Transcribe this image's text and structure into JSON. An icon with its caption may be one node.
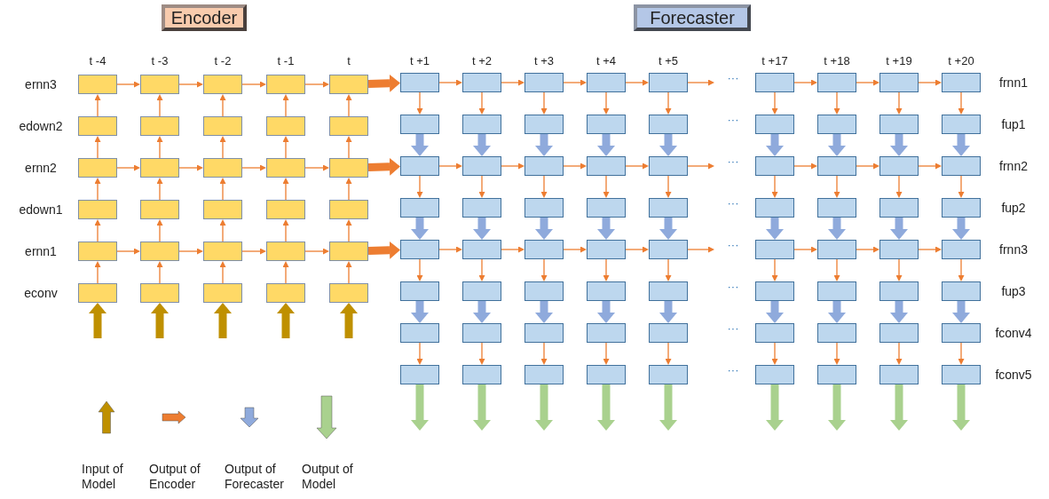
{
  "diagram": {
    "nodes": [
      {
        "text": [
          "Encoder"
        ]
      },
      {
        "text": [
          "Forecaster"
        ]
      },
      {
        "text": [],
        "shape": "box"
      },
      {
        "text": [],
        "shape": "box"
      },
      {
        "text": [],
        "shape": "box"
      },
      {
        "text": [],
        "shape": "box"
      },
      {
        "text": [],
        "shape": "box"
      },
      {
        "text": [],
        "shape": "box"
      },
      {
        "text": [],
        "shape": "box"
      },
      {
        "text": [],
        "shape": "box"
      },
      {
        "text": [],
        "shape": "box"
      },
      {
        "text": [],
        "shape": "box"
      },
      {
        "text": [],
        "shape": "box"
      },
      {
        "text": [],
        "shape": "box"
      },
      {
        "text": [],
        "shape": "box"
      },
      {
        "text": [],
        "shape": "box"
      },
      {
        "text": [],
        "shape": "box"
      },
      {
        "text": [],
        "shape": "box"
      },
      {
        "text": [],
        "shape": "box"
      },
      {
        "text": [],
        "shape": "box"
      },
      {
        "text": [],
        "shape": "box"
      },
      {
        "text": [],
        "shape": "box"
      },
      {
        "text": [],
        "shape": "box"
      },
      {
        "text": [],
        "shape": "box"
      },
      {
        "text": [],
        "shape": "box"
      },
      {
        "text": [],
        "shape": "box"
      },
      {
        "text": [],
        "shape": "box"
      },
      {
        "text": [],
        "shape": "box"
      },
      {
        "text": [],
        "shape": "box"
      },
      {
        "text": [],
        "shape": "box"
      },
      {
        "text": [],
        "shape": "box"
      },
      {
        "text": [],
        "shape": "box"
      },
      {
        "text": [],
        "shape": "box"
      },
      {
        "text": [],
        "shape": "box"
      },
      {
        "text": [],
        "shape": "box"
      },
      {
        "text": [],
        "shape": "box"
      },
      {
        "text": [],
        "shape": "box"
      },
      {
        "text": [],
        "shape": "box"
      },
      {
        "text": [],
        "shape": "box"
      },
      {
        "text": [],
        "shape": "box"
      },
      {
        "text": [],
        "shape": "box"
      },
      {
        "text": [],
        "shape": "box"
      },
      {
        "text": [],
        "shape": "box"
      },
      {
        "text": [],
        "shape": "box"
      },
      {
        "text": [],
        "shape": "box"
      },
      {
        "text": [],
        "shape": "box"
      },
      {
        "text": [],
        "shape": "box"
      },
      {
        "text": [],
        "shape": "box"
      },
      {
        "text": [],
        "shape": "box"
      },
      {
        "text": [],
        "shape": "box"
      },
      {
        "text": [],
        "shape": "box"
      },
      {
        "text": [],
        "shape": "box"
      },
      {
        "text": [],
        "shape": "box"
      },
      {
        "text": [],
        "shape": "box"
      },
      {
        "text": [],
        "shape": "box"
      },
      {
        "text": [],
        "shape": "box"
      },
      {
        "text": [],
        "shape": "box"
      },
      {
        "text": [],
        "shape": "box"
      },
      {
        "text": [],
        "shape": "box"
      },
      {
        "text": [],
        "shape": "box"
      },
      {
        "text": [],
        "shape": "box"
      },
      {
        "text": [],
        "shape": "box"
      },
      {
        "text": [],
        "shape": "box"
      },
      {
        "text": [],
        "shape": "box"
      },
      {
        "text": [],
        "shape": "box"
      },
      {
        "text": [],
        "shape": "box"
      },
      {
        "text": [],
        "shape": "box"
      },
      {
        "text": [],
        "shape": "box"
      },
      {
        "text": [],
        "shape": "box"
      },
      {
        "text": [],
        "shape": "box"
      },
      {
        "text": [],
        "shape": "box"
      },
      {
        "text": [],
        "shape": "box"
      },
      {
        "text": [],
        "shape": "box"
      },
      {
        "text": [],
        "shape": "box"
      },
      {
        "text": [],
        "shape": "box"
      },
      {
        "text": [],
        "shape": "box"
      },
      {
        "text": [],
        "shape": "box"
      },
      {
        "text": [],
        "shape": "box"
      },
      {
        "text": [],
        "shape": "box"
      },
      {
        "text": [],
        "shape": "box"
      },
      {
        "text": [],
        "shape": "box"
      },
      {
        "text": [],
        "shape": "box"
      },
      {
        "text": [],
        "shape": "box"
      },
      {
        "text": [],
        "shape": "box"
      },
      {
        "text": [],
        "shape": "box"
      },
      {
        "text": [],
        "shape": "box"
      },
      {
        "text": [],
        "shape": "box"
      },
      {
        "text": [],
        "shape": "box"
      },
      {
        "text": [],
        "shape": "box"
      },
      {
        "text": [],
        "shape": "box"
      },
      {
        "text": [],
        "shape": "box"
      },
      {
        "text": [],
        "shape": "box"
      },
      {
        "text": [],
        "shape": "box"
      },
      {
        "text": [],
        "shape": "box"
      },
      {
        "text": [],
        "shape": "box"
      },
      {
        "text": [],
        "shape": "box"
      },
      {
        "text": [],
        "shape": "box"
      },
      {
        "text": [],
        "shape": "box"
      },
      {
        "text": [],
        "shape": "box"
      },
      {
        "text": [],
        "shape": "box"
      },
      {
        "text": [],
        "shape": "box"
      },
      {
        "text": [],
        "shape": "box"
      },
      {
        "text": [],
        "shape": "box"
      },
      {
        "text": [],
        "shape": "box"
      }
    ],
    "edges": [
      {
        "from": 2,
        "to": 3,
        "arrow": "to"
      },
      {
        "from": 3,
        "to": 4,
        "arrow": "to"
      },
      {
        "from": 4,
        "to": 5,
        "arrow": "to"
      },
      {
        "from": 5,
        "to": 6,
        "arrow": "to"
      },
      {
        "from": 12,
        "to": 13,
        "arrow": "to"
      },
      {
        "from": 13,
        "to": 14,
        "arrow": "to"
      },
      {
        "from": 14,
        "to": 15,
        "arrow": "to"
      },
      {
        "from": 15,
        "to": 16,
        "arrow": "to"
      },
      {
        "from": 22,
        "to": 23,
        "arrow": "to"
      },
      {
        "from": 23,
        "to": 24,
        "arrow": "to"
      },
      {
        "from": 24,
        "to": 25,
        "arrow": "to"
      },
      {
        "from": 25,
        "to": 26,
        "arrow": "to"
      },
      {
        "from": 7,
        "to": 2,
        "arrow": "to"
      },
      {
        "from": 8,
        "to": 3,
        "arrow": "to"
      },
      {
        "from": 9,
        "to": 4,
        "arrow": "to"
      },
      {
        "from": 10,
        "to": 5,
        "arrow": "to"
      },
      {
        "from": 11,
        "to": 6,
        "arrow": "to"
      },
      {
        "from": 12,
        "to": 7,
        "arrow": "to"
      },
      {
        "from": 13,
        "to": 8,
        "arrow": "to"
      },
      {
        "from": 14,
        "to": 9,
        "arrow": "to"
      },
      {
        "from": 15,
        "to": 10,
        "arrow": "to"
      },
      {
        "from": 16,
        "to": 11,
        "arrow": "to"
      },
      {
        "from": 17,
        "to": 12,
        "arrow": "to"
      },
      {
        "from": 18,
        "to": 13,
        "arrow": "to"
      },
      {
        "from": 19,
        "to": 14,
        "arrow": "to"
      },
      {
        "from": 20,
        "to": 15,
        "arrow": "to"
      },
      {
        "from": 21,
        "to": 16,
        "arrow": "to"
      },
      {
        "from": 22,
        "to": 17,
        "arrow": "to"
      },
      {
        "from": 23,
        "to": 18,
        "arrow": "to"
      },
      {
        "from": 24,
        "to": 19,
        "arrow": "to"
      },
      {
        "from": 25,
        "to": 20,
        "arrow": "to"
      },
      {
        "from": 26,
        "to": 21,
        "arrow": "to"
      },
      {
        "from": 27,
        "to": 22,
        "arrow": "to"
      },
      {
        "from": 28,
        "to": 23,
        "arrow": "to"
      },
      {
        "from": 29,
        "to": 24,
        "arrow": "to"
      },
      {
        "from": 30,
        "to": 25,
        "arrow": "to"
      },
      {
        "from": 31,
        "to": 26,
        "arrow": "to"
      },
      {
        "from": null,
        "to": 27,
        "arrow": "to",
        "style": "thick",
        "color": "#bf9000"
      },
      {
        "from": null,
        "to": 28,
        "arrow": "to",
        "style": "thick",
        "color": "#bf9000"
      },
      {
        "from": null,
        "to": 29,
        "arrow": "to",
        "style": "thick",
        "color": "#bf9000"
      },
      {
        "from": null,
        "to": 30,
        "arrow": "to",
        "style": "thick",
        "color": "#bf9000"
      },
      {
        "from": null,
        "to": 31,
        "arrow": "to",
        "style": "thick",
        "color": "#bf9000"
      },
      {
        "from": 6,
        "to": 32,
        "arrow": "to",
        "style": "thick"
      },
      {
        "from": 16,
        "to": 50,
        "arrow": "to",
        "style": "thick"
      },
      {
        "from": 26,
        "to": 68,
        "arrow": "to",
        "style": "thick"
      },
      {
        "from": 32,
        "to": 33,
        "arrow": "to"
      },
      {
        "from": 33,
        "to": 34,
        "arrow": "to"
      },
      {
        "from": 34,
        "to": 35,
        "arrow": "to"
      },
      {
        "from": 35,
        "to": 36,
        "arrow": "to"
      },
      {
        "from": 36,
        "to": null,
        "arrow": "to"
      },
      {
        "from": 37,
        "to": 38,
        "arrow": "to"
      },
      {
        "from": 38,
        "to": 39,
        "arrow": "to"
      },
      {
        "from": 39,
        "to": 40,
        "arrow": "to"
      },
      {
        "from": 50,
        "to": 51,
        "arrow": "to"
      },
      {
        "from": 51,
        "to": 52,
        "arrow": "to"
      },
      {
        "from": 52,
        "to": 53,
        "arrow": "to"
      },
      {
        "from": 53,
        "to": 54,
        "arrow": "to"
      },
      {
        "from": 54,
        "to": null,
        "arrow": "to"
      },
      {
        "from": 55,
        "to": 56,
        "arrow": "to"
      },
      {
        "from": 56,
        "to": 57,
        "arrow": "to"
      },
      {
        "from": 57,
        "to": 58,
        "arrow": "to"
      },
      {
        "from": 68,
        "to": 69,
        "arrow": "to"
      },
      {
        "from": 69,
        "to": 70,
        "arrow": "to"
      },
      {
        "from": 70,
        "to": 71,
        "arrow": "to"
      },
      {
        "from": 71,
        "to": 72,
        "arrow": "to"
      },
      {
        "from": 72,
        "to": null,
        "arrow": "to"
      },
      {
        "from": 73,
        "to": 74,
        "arrow": "to"
      },
      {
        "from": 74,
        "to": 75,
        "arrow": "to"
      },
      {
        "from": 75,
        "to": 76,
        "arrow": "to"
      },
      {
        "from": 32,
        "to": 41,
        "arrow": "to"
      },
      {
        "from": 33,
        "to": 42,
        "arrow": "to"
      },
      {
        "from": 34,
        "to": 43,
        "arrow": "to"
      },
      {
        "from": 35,
        "to": 44,
        "arrow": "to"
      },
      {
        "from": 36,
        "to": 45,
        "arrow": "to"
      },
      {
        "from": 37,
        "to": 46,
        "arrow": "to"
      },
      {
        "from": 38,
        "to": 47,
        "arrow": "to"
      },
      {
        "from": 39,
        "to": 48,
        "arrow": "to"
      },
      {
        "from": 40,
        "to": 49,
        "arrow": "to"
      },
      {
        "from": 41,
        "to": 50,
        "arrow": "to",
        "style": "thick",
        "color": "#8faadc"
      },
      {
        "from": 42,
        "to": 51,
        "arrow": "to",
        "style": "thick",
        "color": "#8faadc"
      },
      {
        "from": 43,
        "to": 52,
        "arrow": "to",
        "style": "thick",
        "color": "#8faadc"
      },
      {
        "from": 44,
        "to": 53,
        "arrow": "to",
        "style": "thick",
        "color": "#8faadc"
      },
      {
        "from": 45,
        "to": 54,
        "arrow": "to",
        "style": "thick",
        "color": "#8faadc"
      },
      {
        "from": 46,
        "to": 55,
        "arrow": "to",
        "style": "thick",
        "color": "#8faadc"
      },
      {
        "from": 47,
        "to": 56,
        "arrow": "to",
        "style": "thick",
        "color": "#8faadc"
      },
      {
        "from": 48,
        "to": 57,
        "arrow": "to",
        "style": "thick",
        "color": "#8faadc"
      },
      {
        "from": 49,
        "to": 58,
        "arrow": "to",
        "style": "thick",
        "color": "#8faadc"
      },
      {
        "from": 50,
        "to": 59,
        "arrow": "to"
      },
      {
        "from": 51,
        "to": 60,
        "arrow": "to"
      },
      {
        "from": 52,
        "to": 61,
        "arrow": "to"
      },
      {
        "from": 53,
        "to": 62,
        "arrow": "to"
      },
      {
        "from": 54,
        "to": 63,
        "arrow": "to"
      },
      {
        "from": 55,
        "to": 64,
        "arrow": "to"
      },
      {
        "from": 56,
        "to": 65,
        "arrow": "to"
      },
      {
        "from": 57,
        "to": 66,
        "arrow": "to"
      },
      {
        "from": 58,
        "to": 67,
        "arrow": "to"
      },
      {
        "from": 59,
        "to": 68,
        "arrow": "to",
        "style": "thick",
        "color": "#8faadc"
      },
      {
        "from": 60,
        "to": 69,
        "arrow": "to",
        "style": "thick",
        "color": "#8faadc"
      },
      {
        "from": 61,
        "to": 70,
        "arrow": "to",
        "style": "thick",
        "color": "#8faadc"
      },
      {
        "from": 62,
        "to": 71,
        "arrow": "to",
        "style": "thick",
        "color": "#8faadc"
      },
      {
        "from": 63,
        "to": 72,
        "arrow": "to",
        "style": "thick",
        "color": "#8faadc"
      },
      {
        "from": 64,
        "to": 73,
        "arrow": "to",
        "style": "thick",
        "color": "#8faadc"
      },
      {
        "from": 65,
        "to": 74,
        "arrow": "to",
        "style": "thick",
        "color": "#8faadc"
      },
      {
        "from": 66,
        "to": 75,
        "arrow": "to",
        "style": "thick",
        "color": "#8faadc"
      },
      {
        "from": 67,
        "to": 76,
        "arrow": "to",
        "style": "thick",
        "color": "#8faadc"
      },
      {
        "from": 68,
        "to": 77,
        "arrow": "to"
      },
      {
        "from": 69,
        "to": 78,
        "arrow": "to"
      },
      {
        "from": 70,
        "to": 79,
        "arrow": "to"
      },
      {
        "from": 71,
        "to": 80,
        "arrow": "to"
      },
      {
        "from": 72,
        "to": 81,
        "arrow": "to"
      },
      {
        "from": 73,
        "to": 82,
        "arrow": "to"
      },
      {
        "from": 74,
        "to": 83,
        "arrow": "to"
      },
      {
        "from": 75,
        "to": 84,
        "arrow": "to"
      },
      {
        "from": 76,
        "to": 85,
        "arrow": "to"
      },
      {
        "from": 77,
        "to": 86,
        "arrow": "to",
        "style": "thick",
        "color": "#8faadc"
      },
      {
        "from": 78,
        "to": 87,
        "arrow": "to",
        "style": "thick",
        "color": "#8faadc"
      },
      {
        "from": 79,
        "to": 88,
        "arrow": "to",
        "style": "thick",
        "color": "#8faadc"
      },
      {
        "from": 80,
        "to": 89,
        "arrow": "to",
        "style": "thick",
        "color": "#8faadc"
      },
      {
        "from": 81,
        "to": 90,
        "arrow": "to",
        "style": "thick",
        "color": "#8faadc"
      },
      {
        "from": 82,
        "to": 91,
        "arrow": "to",
        "style": "thick",
        "color": "#8faadc"
      },
      {
        "from": 83,
        "to": 92,
        "arrow": "to",
        "style": "thick",
        "color": "#8faadc"
      },
      {
        "from": 84,
        "to": 93,
        "arrow": "to",
        "style": "thick",
        "color": "#8faadc"
      },
      {
        "from": 85,
        "to": 94,
        "arrow": "to",
        "style": "thick",
        "color": "#8faadc"
      },
      {
        "from": 86,
        "to": 95,
        "arrow": "to"
      },
      {
        "from": 87,
        "to": 96,
        "arrow": "to"
      },
      {
        "from": 88,
        "to": 97,
        "arrow": "to"
      },
      {
        "from": 89,
        "to": 98,
        "arrow": "to"
      },
      {
        "from": 90,
        "to": 99,
        "arrow": "to"
      },
      {
        "from": 91,
        "to": 100,
        "arrow": "to"
      },
      {
        "from": 92,
        "to": 101,
        "arrow": "to"
      },
      {
        "from": 93,
        "to": 102,
        "arrow": "to"
      },
      {
        "from": 94,
        "to": 103,
        "arrow": "to"
      },
      {
        "from": 95,
        "to": null,
        "arrow": "to",
        "style": "thick",
        "color": "#a9d18e"
      },
      {
        "from": 96,
        "to": null,
        "arrow": "to",
        "style": "thick",
        "color": "#a9d18e"
      },
      {
        "from": 97,
        "to": null,
        "arrow": "to",
        "style": "thick",
        "color": "#a9d18e"
      },
      {
        "from": 98,
        "to": null,
        "arrow": "to",
        "style": "thick",
        "color": "#a9d18e"
      },
      {
        "from": 99,
        "to": null,
        "arrow": "to",
        "style": "thick",
        "color": "#a9d18e"
      },
      {
        "from": 100,
        "to": null,
        "arrow": "to",
        "style": "thick",
        "color": "#a9d18e"
      },
      {
        "from": 101,
        "to": null,
        "arrow": "to",
        "style": "thick",
        "color": "#a9d18e"
      },
      {
        "from": 102,
        "to": null,
        "arrow": "to",
        "style": "thick",
        "color": "#a9d18e"
      },
      {
        "from": 103,
        "to": null,
        "arrow": "to",
        "style": "thick",
        "color": "#a9d18e"
      }
    ],
    "labels": [
      "t -4",
      "t -3",
      "t -2",
      "t -1",
      "t",
      "t +1",
      "t +2",
      "t +3",
      "t +4",
      "t +5",
      "t +17",
      "t +18",
      "t +19",
      "t +20",
      "ernn3",
      "···",
      "frnn1",
      "edown2",
      "···",
      "fup1",
      "ernn2",
      "···",
      "frnn2",
      "edown1",
      "···",
      "fup2",
      "ernn1",
      "···",
      "frnn3",
      "econv",
      "···",
      "fup3",
      "···",
      "fconv4",
      "···",
      "fconv5"
    ],
    "legend": [
      {
        "text": "Input of Model"
      },
      {
        "text": "Output of Encoder"
      },
      {
        "text": "Output of Forecaster"
      },
      {
        "text": "Output of Model"
      }
    ]
  }
}
